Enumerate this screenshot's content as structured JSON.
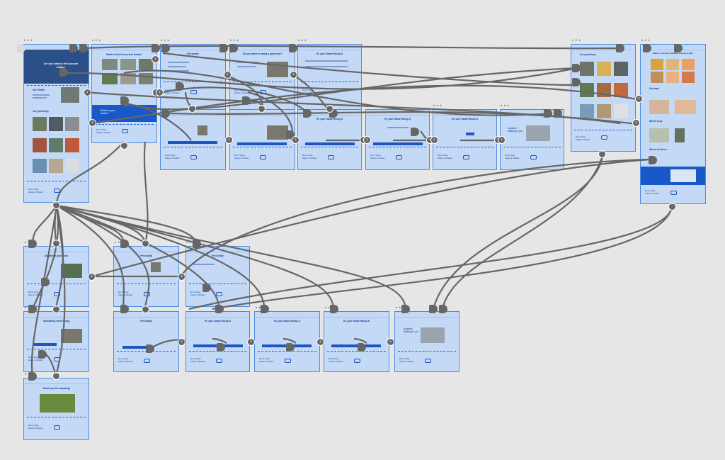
{
  "canvas": {
    "background": "#e6e6e6",
    "frame_fill": "#c4d9f6",
    "frame_border": "#4b8de6",
    "connector_color": "#666666",
    "accent": "#1858c8"
  },
  "frame_label": "• • •",
  "frames": {
    "home": {
      "hero_title": "Are you ready to find your pet buddy?",
      "section_1": "Our Shelter",
      "section_2": "Our good boys",
      "footer": "Don't shop, Adopt a Shelter"
    },
    "f2": {
      "heading": "Want to find the perfect buddy?",
      "section": "What's on your shelter?",
      "footer": "Don't shop, Adopt a Shelter"
    },
    "f3": {
      "heading": "Pet buddy",
      "footer": "Don't shop, Adopt a Shelter"
    },
    "f4": {
      "heading": "Do you want to adopt a good boy?",
      "footer": "Don't shop, Adopt a Shelter"
    },
    "f5": {
      "heading": "Hi, you! Name Rocky A",
      "footer": "Don't shop, Adopt a Shelter"
    },
    "row2_a": {
      "heading": "Hi, you! Name Rocky A",
      "footer": "Don't shop, Adopt a Shelter"
    },
    "row2_b": {
      "heading": "Hi, you! Name Rocky A",
      "footer": "Don't shop, Adopt a Shelter"
    },
    "row2_c": {
      "heading": "Hi, you! Name Rocky A",
      "footer": "Don't shop, Adopt a Shelter"
    },
    "row2_d": {
      "heading": "Adopted! Waiting for you",
      "footer": "Don't shop, Adopt a Shelter"
    },
    "right_a": {
      "heading": "Our good boys",
      "footer": "Don't shop, Adopt a Shelter"
    },
    "right_b": {
      "heading": "Want to see how shelters choose a pet?",
      "section_1": "Our team",
      "section_2": "Where to go",
      "section_3": "Where to find us",
      "footer": "Don't shop, Adopt a Shelter"
    },
    "bl_1": {
      "heading": "Adopted a good boy!",
      "footer": "Don't shop, Adopt a Shelter"
    },
    "bl_2": {
      "heading": "Pet buddy",
      "footer": "Don't shop, Adopt a Shelter"
    },
    "bl_3": {
      "heading": "Pet buddy",
      "footer": "Don't shop, Adopt a Shelter"
    },
    "bl_4": {
      "heading": "Something went wrong",
      "footer": "Don't shop, Adopt a Shelter"
    },
    "bl_5": {
      "heading": "Pet buddy",
      "footer": "Don't shop, Adopt a Shelter"
    },
    "bl_6": {
      "heading": "Hi, you! Name Rocky A",
      "footer": "Don't shop, Adopt a Shelter"
    },
    "bl_7": {
      "heading": "Hi, you! Name Rocky A",
      "footer": "Don't shop, Adopt a Shelter"
    },
    "bl_8": {
      "heading": "Hi, you! Name Rocky A",
      "footer": "Don't shop, Adopt a Shelter"
    },
    "bl_9": {
      "heading": "Adopted! Waiting for you",
      "footer": "Don't shop, Adopt a Shelter"
    },
    "bl_10": {
      "heading": "Thank you for adopting!",
      "footer": "Don't shop, Adopt a Shelter"
    }
  }
}
